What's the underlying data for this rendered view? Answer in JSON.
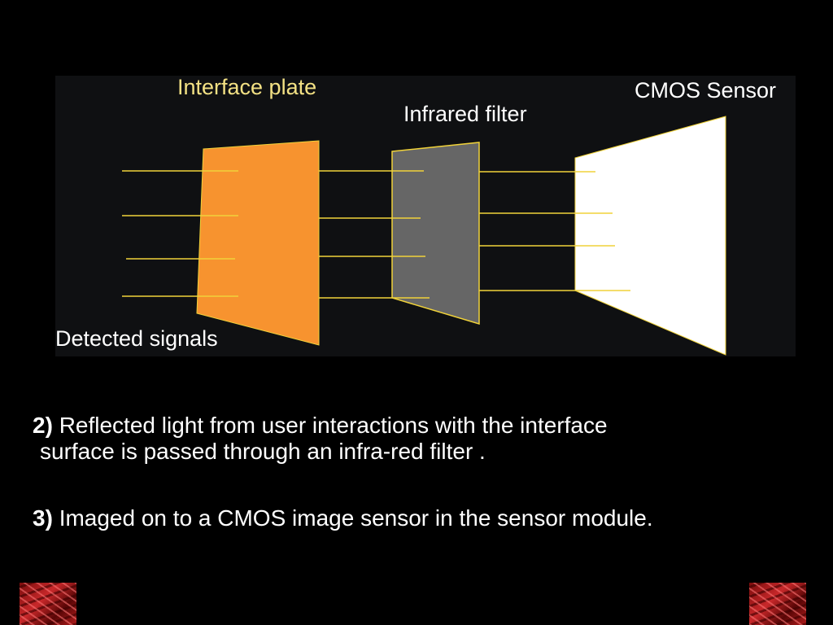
{
  "diagram": {
    "labels": {
      "interface_plate": "Interface plate",
      "infrared_filter": "Infrared filter",
      "cmos_sensor": "CMOS Sensor",
      "detected_signals": "Detected signals"
    },
    "colors": {
      "background": "#0f1012",
      "interface_plate": "#f7932f",
      "infrared_filter": "#666666",
      "cmos_sensor": "#ffffff",
      "signal_lines": "#f0d23a",
      "plate_label": "#f3e184",
      "filter_label": "#ffffff",
      "sensor_label": "#ffffff",
      "signals_label": "#ffffff"
    }
  },
  "steps": [
    {
      "number": "2)",
      "text_line1": "Reflected light from user interactions with the interface",
      "text_line2": "surface is passed through an infra-red filter ."
    },
    {
      "number": "3)",
      "text_line1": "Imaged on to a CMOS image sensor in the sensor module."
    }
  ]
}
